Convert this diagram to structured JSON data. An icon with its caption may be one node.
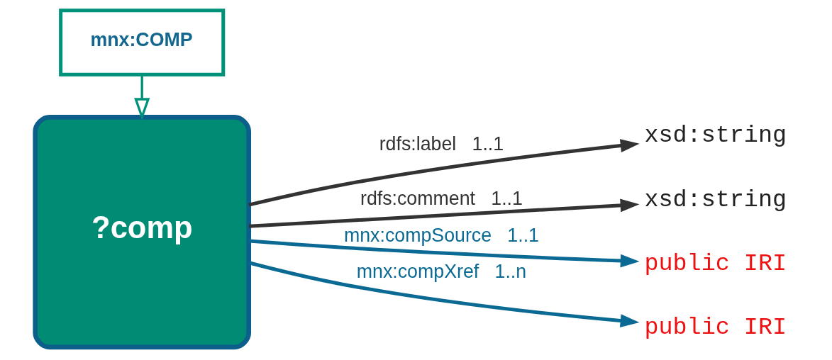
{
  "diagram": {
    "nodes": [
      {
        "text": [
          "mnx:COMP"
        ]
      },
      {
        "text": [
          "?comp"
        ]
      },
      {
        "text": [
          "xsd:string"
        ]
      },
      {
        "text": [
          "xsd:string"
        ]
      },
      {
        "text": [
          "public IRI"
        ]
      },
      {
        "text": [
          "public IRI"
        ]
      }
    ],
    "edges": [
      {
        "from": 0,
        "to": 1,
        "arrow": "to",
        "color": "#00917a"
      },
      {
        "from": 1,
        "to": 2,
        "arrow": "to",
        "label": "rdfs:label   1..1",
        "color": "#333333"
      },
      {
        "from": 1,
        "to": 3,
        "arrow": "to",
        "label": "rdfs:comment   1..1",
        "color": "#333333"
      },
      {
        "from": 1,
        "to": 4,
        "arrow": "to",
        "label": "mnx:compSource   1..1",
        "color": "#0b6a94"
      },
      {
        "from": 1,
        "to": 5,
        "arrow": "to",
        "label": "mnx:compXref   1..n",
        "color": "#0b6a94"
      }
    ]
  }
}
